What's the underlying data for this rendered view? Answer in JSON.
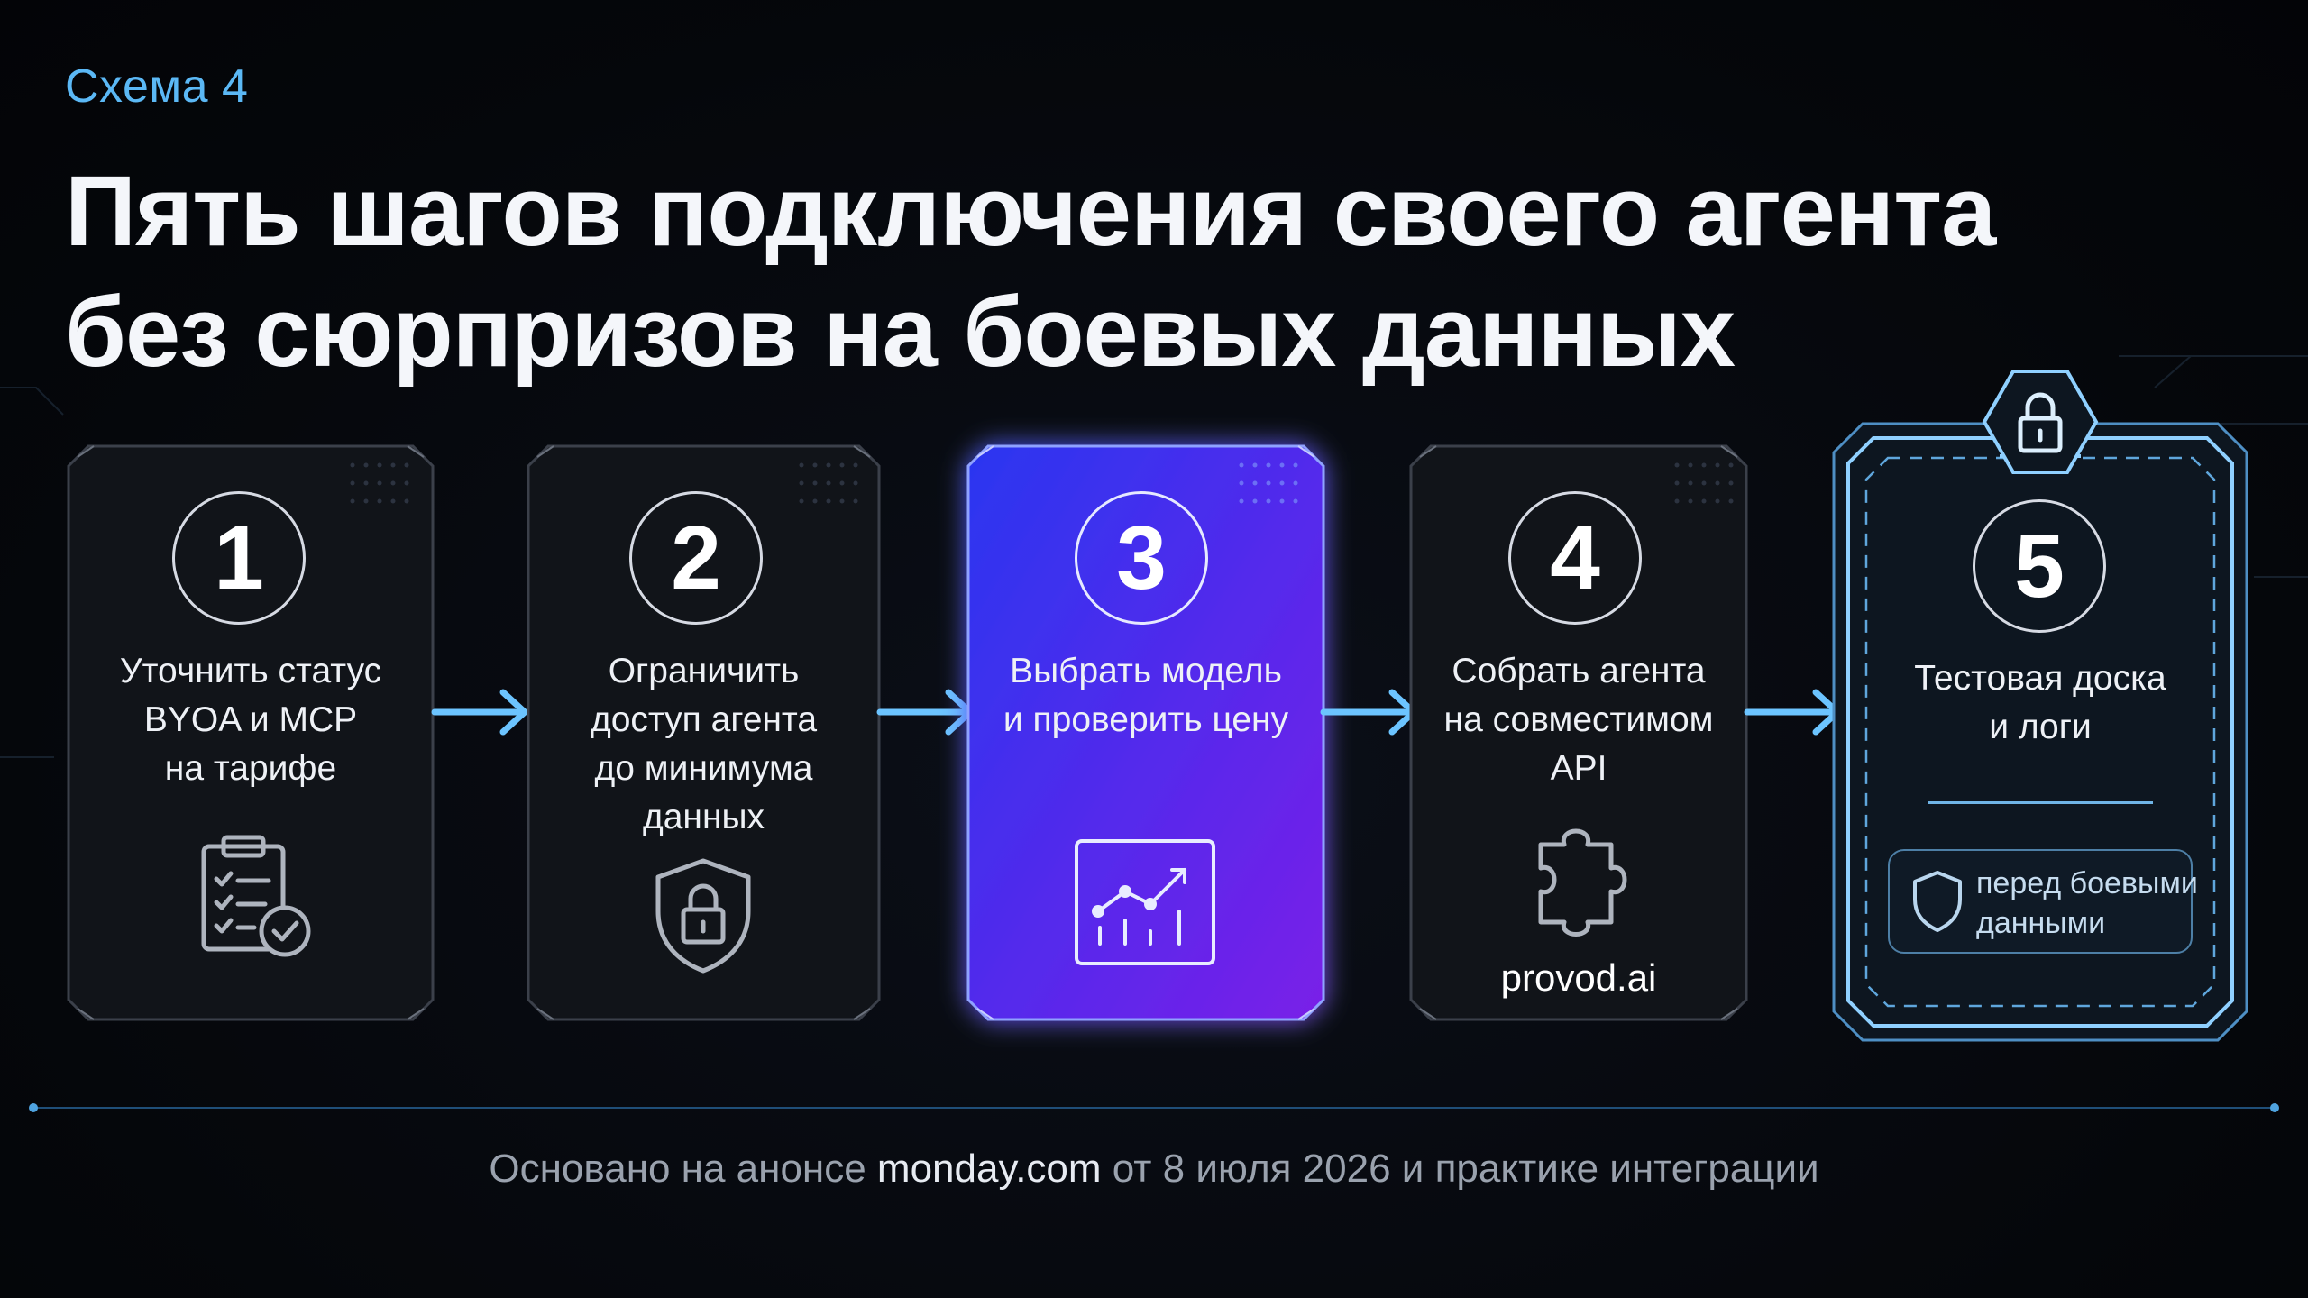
{
  "header": {
    "kicker": "Схема 4",
    "title_line1": "Пять шагов подключения своего агента",
    "title_line2": "без сюрпризов на боевых данных"
  },
  "steps": [
    {
      "number": "1",
      "text": "Уточнить статус\nBYOA и MCP\nна тарифе",
      "icon": "clipboard-check-icon"
    },
    {
      "number": "2",
      "text": "Ограничить\nдоступ агента\nдо минимума\nданных",
      "icon": "shield-lock-icon"
    },
    {
      "number": "3",
      "text": "Выбрать модель\nи проверить цену",
      "icon": "chart-trend-icon",
      "highlighted": true
    },
    {
      "number": "4",
      "text": "Собрать агента\nна совместимом\nAPI",
      "icon": "puzzle-icon",
      "caption": "provod.ai"
    },
    {
      "number": "5",
      "text": "Тестовая доска\nи логи",
      "icon": "lock-icon",
      "badge_text": "перед боевыми\nданными",
      "badge_icon": "shield-icon"
    }
  ],
  "colors": {
    "accent": "#5bb8f5",
    "highlight_from": "#2a36f0",
    "highlight_to": "#7a1fe8",
    "card_border": "#3a3f4a",
    "arrow": "#6cc4ff"
  },
  "footer": {
    "prefix": "Основано на анонсе ",
    "brand": "monday.com",
    "suffix": " от 8 июля 2026 и практике интеграции"
  }
}
